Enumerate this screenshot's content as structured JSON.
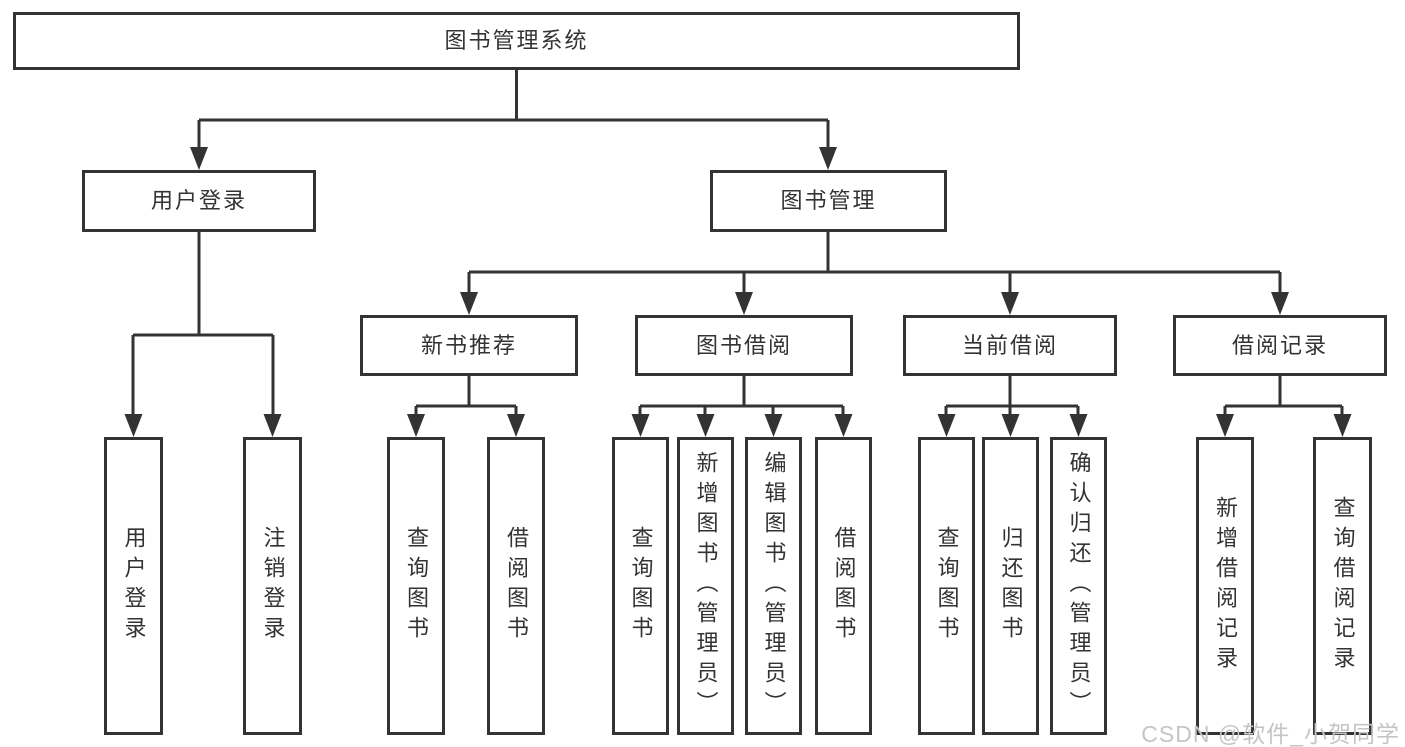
{
  "nodes": {
    "root": "图书管理系统",
    "l2_user_login": "用户登录",
    "l2_book_management": "图书管理",
    "l3_new_book_recommend": "新书推荐",
    "l3_book_borrow": "图书借阅",
    "l3_current_borrow": "当前借阅",
    "l3_borrow_records": "借阅记录",
    "leaf_user_login": "用户登录",
    "leaf_logout": "注销登录",
    "leaf_rec_query_books": "查询图书",
    "leaf_rec_borrow_books": "借阅图书",
    "leaf_bb_query_books": "查询图书",
    "leaf_bb_add_books": "新增图书（管理员）",
    "leaf_bb_edit_books": "编辑图书（管理员）",
    "leaf_bb_borrow_books": "借阅图书",
    "leaf_cb_query_books": "查询图书",
    "leaf_cb_return_books": "归还图书",
    "leaf_cb_confirm_return": "确认归还（管理员）",
    "leaf_br_add_record": "新增借阅记录",
    "leaf_br_query_record": "查询借阅记录"
  },
  "watermark": "CSDN @软件_小贺同学",
  "colors": {
    "line": "#333333",
    "text": "#333333",
    "watermark": "#c5c5c5",
    "background": "#ffffff"
  }
}
